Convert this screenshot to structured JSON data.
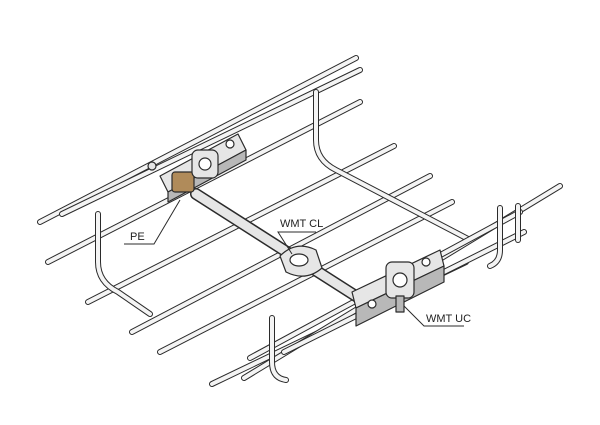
{
  "labels": {
    "pe": "PE",
    "wmt_cl": "WMT CL",
    "wmt_uc": "WMT UC"
  },
  "colors": {
    "line": "#2b2b2b",
    "wire_fill": "#f4f4f4",
    "metal": "#e6e6e6",
    "metal_dark": "#b8b8b8",
    "brass": "#b08b5a",
    "background": "#ffffff"
  }
}
